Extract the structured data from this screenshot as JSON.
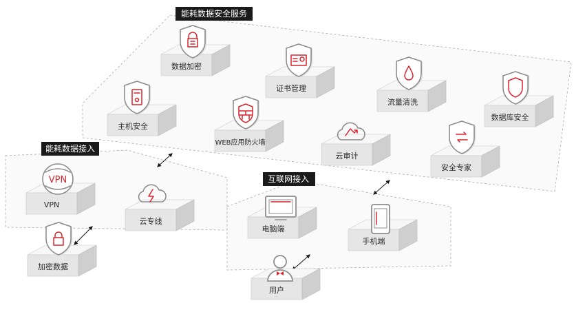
{
  "zones": {
    "storage": "能耗数据安全服务",
    "access": "能耗数据接入",
    "internet": "互联网接入"
  },
  "nodes": {
    "data_encrypt": "数据加密",
    "cert_mgmt": "证书管理",
    "traffic_clean": "流量清洗",
    "db_security": "数据库安全",
    "host_security": "主机安全",
    "waf": "WEB应用防火墙",
    "cloud_audit": "云审计",
    "security_expert": "安全专家",
    "vpn": "VPN",
    "cloud_line": "云专线",
    "encrypted_data": "加密数据",
    "pc": "电脑端",
    "mobile": "手机端",
    "user": "用户"
  },
  "icons": {
    "vpn_text": "VPN"
  },
  "colors": {
    "accent": "#d9232d",
    "tag_bg": "#1a1a1a",
    "outline": "#8d8d8d"
  }
}
